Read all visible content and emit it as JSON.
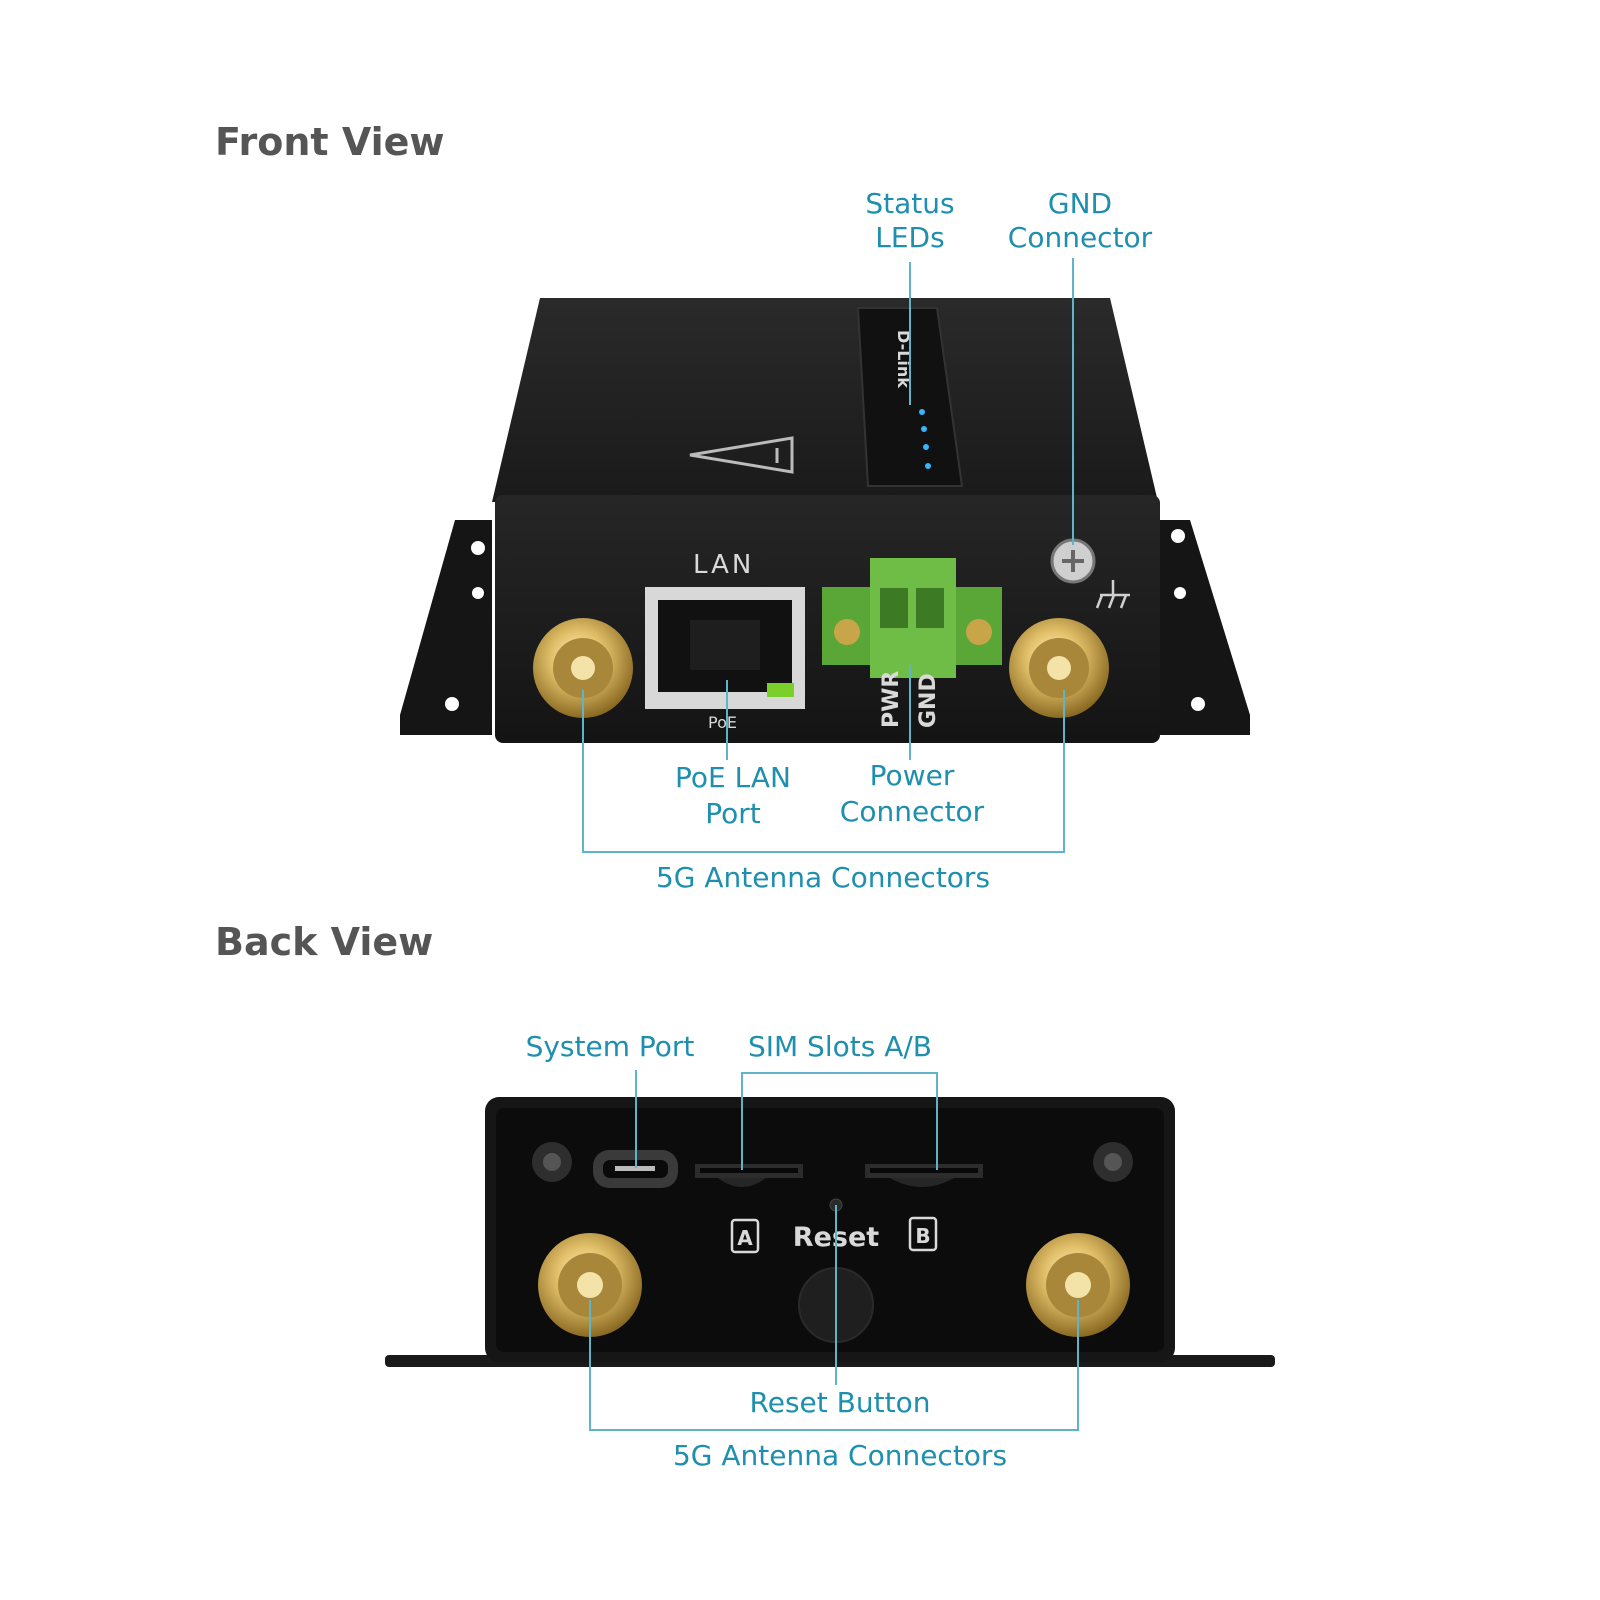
{
  "front_view": {
    "title": "Front View",
    "callouts": {
      "status_leds": [
        "Status",
        "LEDs"
      ],
      "gnd_connector": [
        "GND",
        "Connector"
      ],
      "poe_lan_port": [
        "PoE LAN",
        "Port"
      ],
      "power_connector": [
        "Power",
        "Connector"
      ],
      "antenna_connectors": "5G Antenna Connectors"
    },
    "device_labels": {
      "lan": "LAN",
      "poe": "PoE",
      "pwr": "PWR",
      "gnd": "GND",
      "brand": "D-Link"
    }
  },
  "back_view": {
    "title": "Back View",
    "callouts": {
      "system_port": "System Port",
      "sim_slots": "SIM Slots A/B",
      "reset_button": "Reset Button",
      "antenna_connectors": "5G Antenna Connectors"
    },
    "device_labels": {
      "sim_a": "A",
      "sim_b": "B",
      "reset": "Reset"
    }
  },
  "colors": {
    "callout_text": "#1e8fae",
    "leader_line": "#5fb4cb",
    "section_title": "#555555",
    "device_body": "#1c1c1c",
    "antenna_gold": "#c9a54a",
    "terminal_green": "#5aa637",
    "led_blue": "#35b6ff"
  }
}
